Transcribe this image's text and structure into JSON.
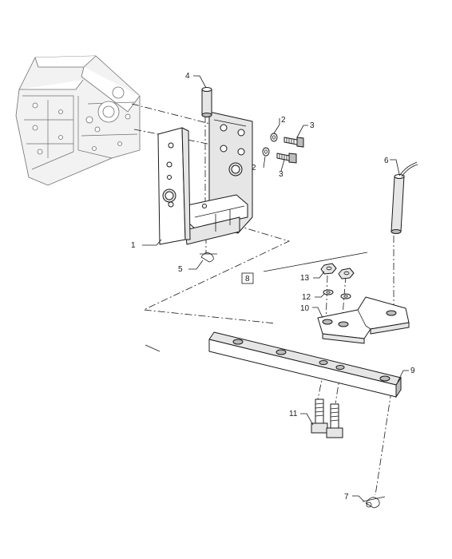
{
  "callouts": {
    "c1": "1",
    "c2a": "2",
    "c2b": "2",
    "c3a": "3",
    "c3b": "3",
    "c4": "4",
    "c5": "5",
    "c6": "6",
    "c7": "7",
    "c8": "8",
    "c9": "9",
    "c10": "10",
    "c11": "11",
    "c12": "12",
    "c13": "13"
  },
  "colors": {
    "line": "#1a1a1a",
    "ghost": "#6e6e6e",
    "fill_light": "#e6e6e6",
    "background": "#ffffff"
  }
}
